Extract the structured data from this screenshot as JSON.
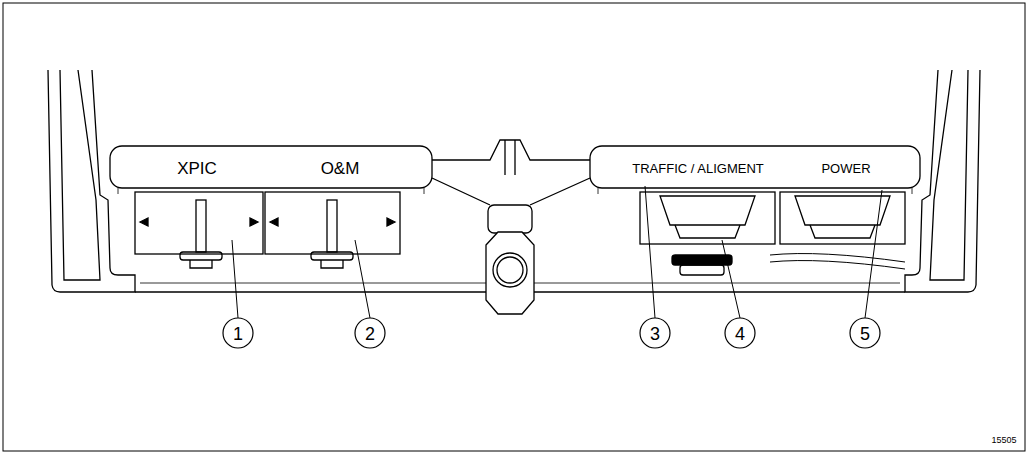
{
  "diagram": {
    "labels": [
      "XPIC",
      "O&M",
      "TRAFFIC / ALIGMENT",
      "POWER",
      "1",
      "2",
      "3",
      "4",
      "5",
      "15505"
    ]
  }
}
